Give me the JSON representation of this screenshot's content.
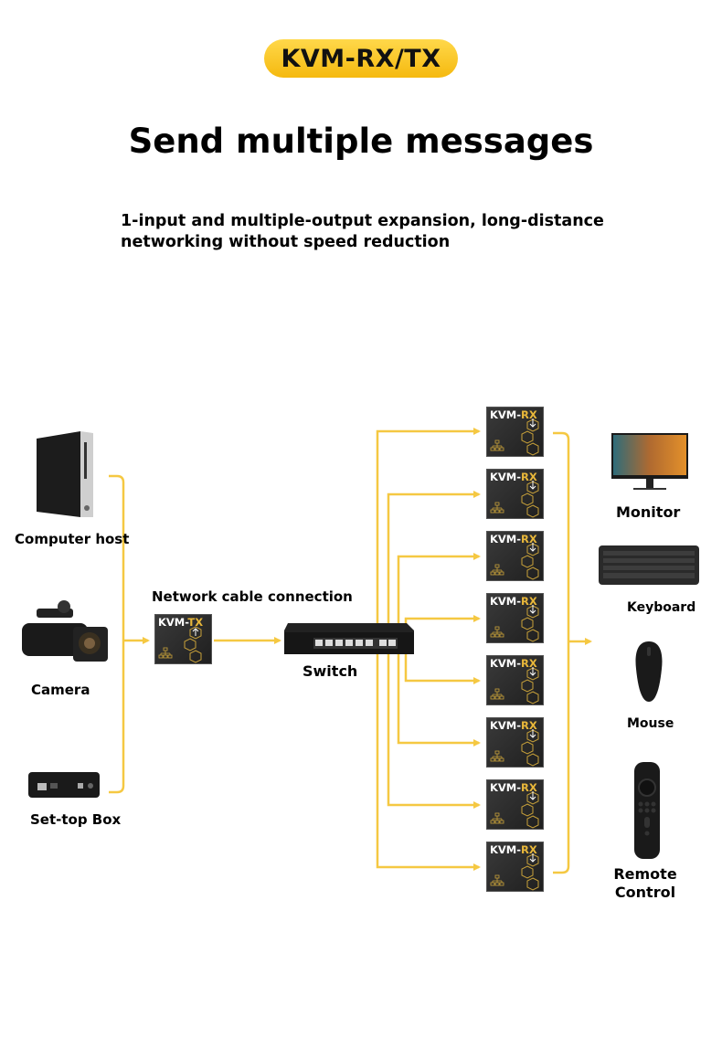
{
  "header": {
    "badge": "KVM-RX/TX",
    "title": "Send multiple messages",
    "subtitle": "1-input and multiple-output expansion, long-distance networking without speed reduction"
  },
  "colors": {
    "accent": "#f5c42c",
    "wire": "#f5c842",
    "device_dark": "#1e1e1e"
  },
  "sources": [
    {
      "label": "Computer host",
      "icon": "desktop-tower-icon"
    },
    {
      "label": "Camera",
      "icon": "camcorder-icon"
    },
    {
      "label": "Set-top Box",
      "icon": "set-top-box-icon"
    }
  ],
  "transmitter": {
    "caption": "Network cable connection",
    "prefix": "KVM-",
    "suffix": "TX",
    "icon": "upload-arrow-icon"
  },
  "switch": {
    "label": "Switch",
    "icon": "network-switch-icon"
  },
  "receivers": {
    "prefix": "KVM-",
    "suffix": "RX",
    "count": 8,
    "icon": "download-arrow-icon"
  },
  "outputs": [
    {
      "label": "Monitor",
      "icon": "monitor-icon"
    },
    {
      "label": "Keyboard",
      "icon": "keyboard-icon"
    },
    {
      "label": "Mouse",
      "icon": "mouse-icon"
    },
    {
      "label": "Remote Control",
      "icon": "remote-control-icon"
    }
  ]
}
